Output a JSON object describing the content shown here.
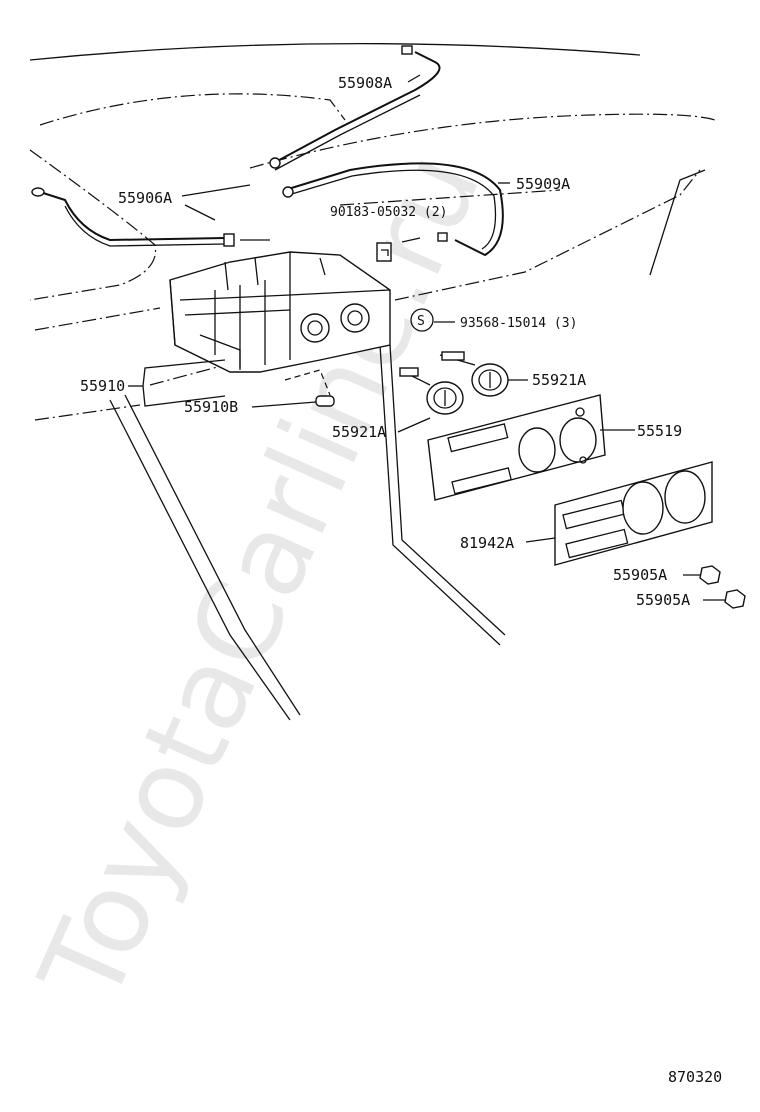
{
  "watermark": "ToyotaCarline.ru",
  "diagram_id": "870320",
  "parts": {
    "p55908A": "55908A",
    "p55909A": "55909A",
    "p55906A": "55906A",
    "p90183": "90183-05032 (2)",
    "p93568": "93568-15014 (3)",
    "screw_symbol": "S",
    "p55910": "55910",
    "p55910B": "55910B",
    "p55921A_upper": "55921A",
    "p55921A_lower": "55921A",
    "p55519": "55519",
    "p81942A": "81942A",
    "p55905A_1": "55905A",
    "p55905A_2": "55905A"
  }
}
